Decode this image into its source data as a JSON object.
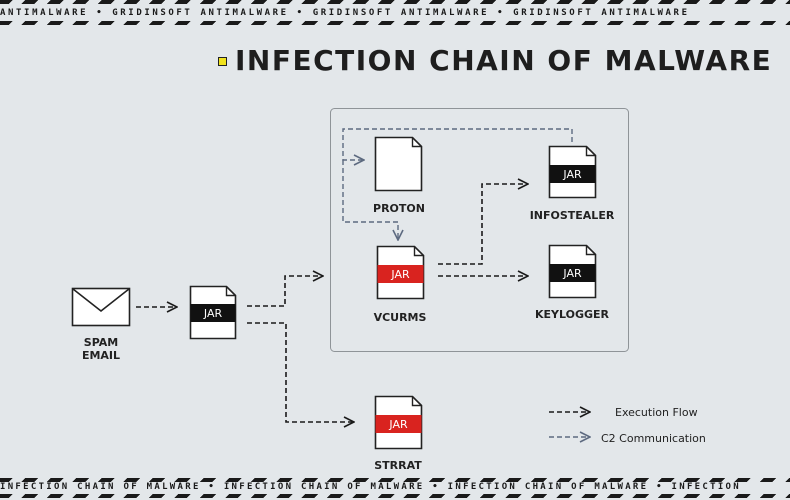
{
  "header_ticker": "ANTIMALWARE • GRIDINSOFT ANTIMALWARE • GRIDINSOFT ANTIMALWARE • GRIDINSOFT ANTIMALWARE",
  "footer_ticker": "INFECTION CHAIN OF MALWARE • INFECTION CHAIN OF MALWARE • INFECTION CHAIN OF MALWARE • INFECTION",
  "title": "INFECTION CHAIN OF MALWARE",
  "nodes": {
    "spam_email": {
      "label_line1": "SPAM",
      "label_line2": "EMAIL"
    },
    "jar_main": {
      "badge": "JAR"
    },
    "proton": {
      "label": "PROTON"
    },
    "vcurms": {
      "label": "VCURMS",
      "badge": "JAR"
    },
    "infostealer": {
      "label": "INFOSTEALER",
      "badge": "JAR"
    },
    "keylogger": {
      "label": "KEYLOGGER",
      "badge": "JAR"
    },
    "strrat": {
      "label": "STRRAT",
      "badge": "JAR"
    }
  },
  "legend": {
    "execution": "Execution Flow",
    "c2": "C2 Communication"
  },
  "colors": {
    "execution_line": "#1a1a1a",
    "c2_line": "#5d6a80",
    "badge_black": "#111111",
    "badge_red": "#d9231f",
    "accent_yellow": "#f0e21d"
  }
}
